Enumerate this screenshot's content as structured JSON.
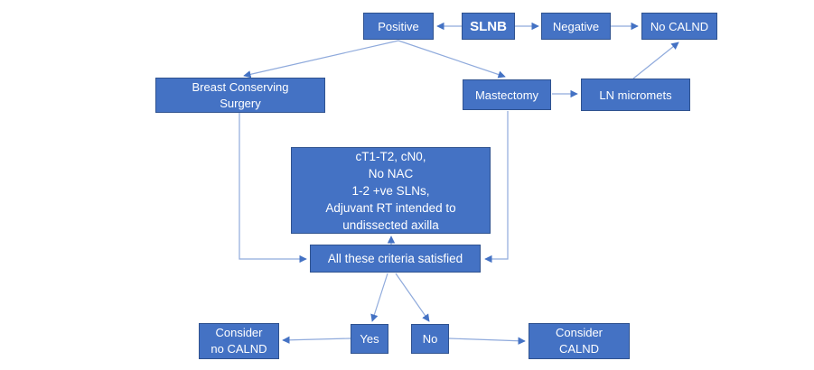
{
  "colors": {
    "background": "#FFFFFF",
    "node_fill": "#4472C4",
    "node_border": "#2F528F",
    "node_text": "#FFFFFF",
    "connector_line": "#8FAADC",
    "connector_arrow": "#4472C4"
  },
  "nodes": {
    "positive": {
      "label": "Positive"
    },
    "slnb": {
      "label": "SLNB"
    },
    "negative": {
      "label": "Negative"
    },
    "no_calnd": {
      "label": "No CALND"
    },
    "bcs": {
      "label": "Breast Conserving\nSurgery"
    },
    "mastectomy": {
      "label": "Mastectomy"
    },
    "ln_micromets": {
      "label": "LN micromets"
    },
    "criteria": {
      "label": "cT1-T2, cN0,\nNo NAC\n1-2 +ve SLNs,\nAdjuvant RT intended to\nundissected axilla"
    },
    "all_criteria": {
      "label": "All these criteria satisfied"
    },
    "yes": {
      "label": "Yes"
    },
    "no": {
      "label": "No"
    },
    "consider_no_calnd": {
      "label": "Consider\nno CALND"
    },
    "consider_calnd": {
      "label": "Consider\nCALND"
    }
  }
}
